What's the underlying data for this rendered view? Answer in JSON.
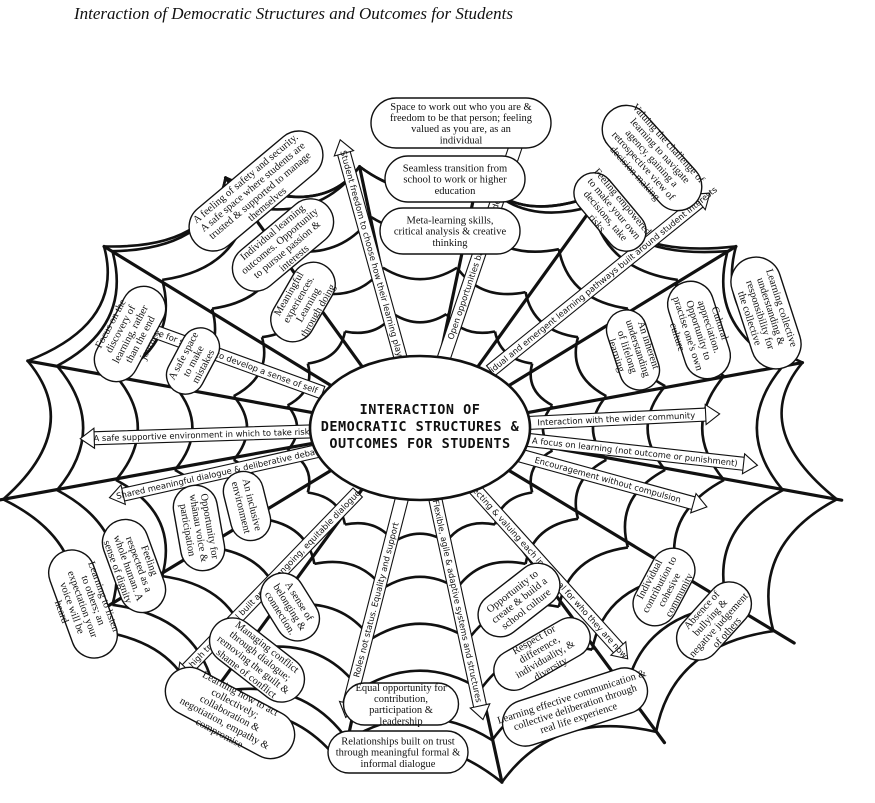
{
  "title": "Interaction of Democratic Structures and Outcomes for Students",
  "center_label": [
    "INTERACTION OF",
    "DEMOCRATIC STRUCTURES &",
    "OUTCOMES FOR STUDENTS"
  ],
  "colors": {
    "ink": "#111111",
    "paper": "#ffffff"
  },
  "icons": {
    "arrowhead": "triangle-arrowhead"
  },
  "radials": [
    "Student freedom to choose how their learning plays out",
    "Open opportunities based on student interest",
    "Individual and emergent learning pathways built around student interests",
    "Interaction with the wider community",
    "A focus on learning (not outcome or punishment)",
    "Encouragement without compulsion",
    "Respecting & valuing each individual for who they are now",
    "Flexible, agile & adaptive systems and structures",
    "Roles not status. Equality and support",
    "A high trust model built around ongoing, equitable dialogue",
    "Shared meaningful dialogue & deliberative debate",
    "A safe supportive environment in which to take risks",
    "Space for students to develop a sense of self"
  ],
  "pills": [
    "Space to work out who you are & freedom to be that person; feeling valued as you are, as an individual",
    "Seamless transition from school to work or higher education",
    "Meta-learning skills, critical analysis & creative thinking",
    "Valuing the challenge of learning to navigate agency, gaining a retrospective view of decision making",
    "Feeling empowered to make your own decisions, take risks",
    "Learning collective understanding & responsibility for the collective",
    "Cultural appreciation. Opportunity to practise one's own culture",
    "An inherent understanding of lifelong learning",
    "Individual contribution to cohesive community",
    "Absence of bullying & negative judgement of others",
    "Opportunity to create & build a school culture",
    "Respect for difference, individuality, & diversity",
    "Learning effective communication & collective deliberation through real life experience",
    "Equal opportunity for contribution, participation & leadership",
    "Relationships built on trust through meaningful formal & informal dialogue",
    "A sense of belonging & connection.",
    "Managing conflict through dialogue; removing the guilt & shame of conflict",
    "Learning how to act collectively; collaboration & negotiation, empathy & compromise",
    "An inclusive environment",
    "Opportunity for whānau voice & participation",
    "Feeling respected as a whole human. A sense of dignity",
    "Learning to listen to others; an expectation your voice will be heard",
    "Focus on the discovery of learning, rather than the end journey",
    "A safe space to make mistakes",
    "A feeling of safety and security. A safe space where students are trusted & supported to manage themselves",
    "Individual learning outcomes. Opportunity to pursue passion & interests",
    "Meaningful experiences. Learning through doing"
  ]
}
